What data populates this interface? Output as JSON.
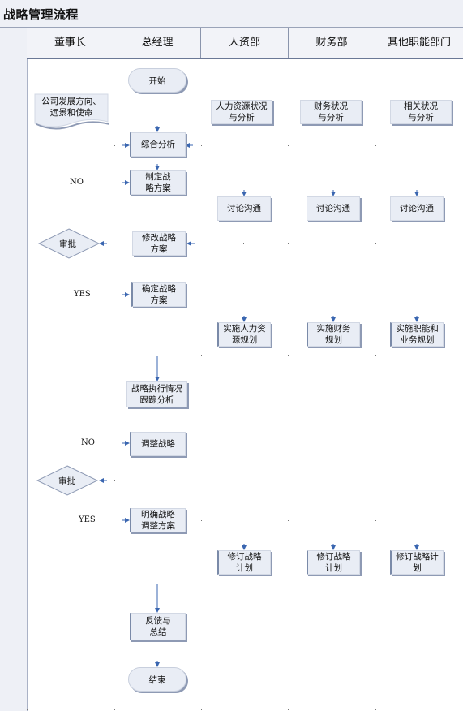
{
  "title": "战略管理流程",
  "lanes": [
    "董事长",
    "总经理",
    "人资部",
    "财务部",
    "其他职能部门"
  ],
  "nodes": {
    "start": "开始",
    "company_direction": "公司发展方向、\n远景和使命",
    "hr_status": "人力资源状况\n与分析",
    "finance_status": "财务状况\n与分析",
    "related_status": "相关状况\n与分析",
    "comprehensive_analysis": "综合分析",
    "draft_plan": "制定战\n略方案",
    "hr_discuss": "讨论沟通",
    "finance_discuss": "讨论沟通",
    "other_discuss": "讨论沟通",
    "approve_1": "审批",
    "revise_plan": "修改战略\n方案",
    "confirm_plan": "确定战略\n方案",
    "hr_implement": "实施人力资\n源规划",
    "finance_implement": "实施财务\n规划",
    "other_implement": "实施职能和\n业务规划",
    "track_analysis": "战略执行情况\n跟踪分析",
    "adjust_strategy": "调整战略",
    "approve_2": "审批",
    "clarify_plan": "明确战略\n调整方案",
    "hr_revise": "修订战略\n计划",
    "finance_revise": "修订战略\n计划",
    "other_revise": "修订战略计\n划",
    "feedback": "反馈与\n总结",
    "end": "结束"
  },
  "labels": {
    "no_1": "NO",
    "yes_1": "YES",
    "no_2": "NO",
    "yes_2": "YES"
  },
  "colors": {
    "node_fill": "#e9edf5",
    "node_shadow": "#8e9ab4",
    "arrow": "#3a66b0",
    "header_fill": "#f2f3f8"
  }
}
